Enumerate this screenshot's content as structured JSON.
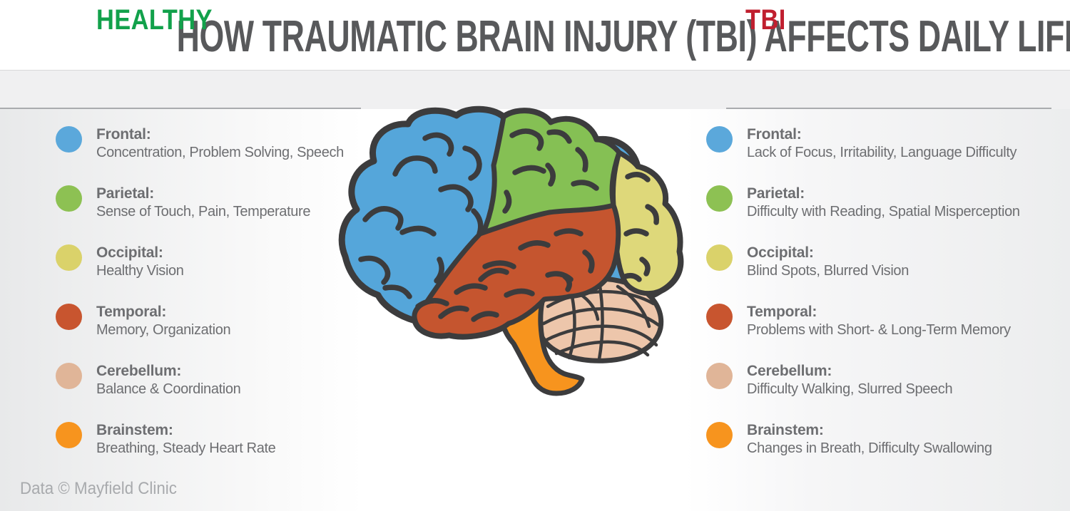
{
  "title": {
    "text": "HOW TRAUMATIC BRAIN INJURY (TBI) AFFECTS DAILY LIFE"
  },
  "band": {
    "healthy_label": "HEALTHY",
    "healthy_color": "#12a14b",
    "tbi_label": "TBI",
    "tbi_color": "#c01f2f"
  },
  "legend": {
    "healthy": {
      "items": [
        {
          "region": "Frontal:",
          "desc": "Concentration, Problem Solving, Speech",
          "color": "#5ba8db"
        },
        {
          "region": "Parietal:",
          "desc": "Sense of Touch, Pain, Temperature",
          "color": "#8dc153"
        },
        {
          "region": "Occipital:",
          "desc": "Healthy Vision",
          "color": "#dad26a"
        },
        {
          "region": "Temporal:",
          "desc": "Memory, Organization",
          "color": "#c8552f"
        },
        {
          "region": "Cerebellum:",
          "desc": "Balance & Coordination",
          "color": "#e0b598"
        },
        {
          "region": "Brainstem:",
          "desc": "Breathing, Steady Heart Rate",
          "color": "#f7941e"
        }
      ]
    },
    "tbi": {
      "items": [
        {
          "region": "Frontal:",
          "desc": "Lack of Focus, Irritability, Language Difficulty",
          "color": "#5ba8db"
        },
        {
          "region": "Parietal:",
          "desc": "Difficulty with Reading, Spatial Misperception",
          "color": "#8dc153"
        },
        {
          "region": "Occipital:",
          "desc": "Blind Spots, Blurred Vision",
          "color": "#dad26a"
        },
        {
          "region": "Temporal:",
          "desc": "Problems with Short- & Long-Term Memory",
          "color": "#c8552f"
        },
        {
          "region": "Cerebellum:",
          "desc": "Difficulty Walking, Slurred Speech",
          "color": "#e0b598"
        },
        {
          "region": "Brainstem:",
          "desc": "Changes in Breath, Difficulty Swallowing",
          "color": "#f7941e"
        }
      ]
    }
  },
  "brain": {
    "lobes": {
      "frontal": "#55a6da",
      "parietal": "#85c054",
      "occipital": "#ded87a",
      "temporal": "#c5552f",
      "cerebellum": "#edc6ab",
      "brainstem": "#f7941e",
      "outline": "#3c3c3d"
    }
  },
  "footer": {
    "text": "Data © Mayfield Clinic"
  }
}
